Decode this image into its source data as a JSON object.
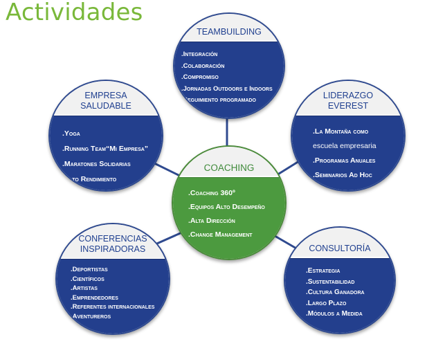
{
  "page_title": "Actividades",
  "colors": {
    "accent_green": "#79b83a",
    "node_blue": "#233f8d",
    "center_green": "#4c9a3f"
  },
  "nodes": {
    "teambuilding": {
      "title_lines": [
        "TEAMBUILDING"
      ],
      "items": [
        ".Integración",
        ".Colaboración",
        ".Compromiso",
        ".Jornadas Outdoors e Indoors",
        ".Seguimiento programado"
      ]
    },
    "empresa_saludable": {
      "title_lines": [
        "EMPRESA",
        "SALUDABLE"
      ],
      "items": [
        ".Yoga",
        ".Running Team“Mi Empresa”",
        ".Maratones Solidarias",
        ".Alto Rendimiento"
      ]
    },
    "liderazgo": {
      "title_lines": [
        "LIDERAZGO",
        "EVEREST"
      ],
      "items": [
        ".La Montaña como",
        "escuela empresaria",
        ".Programas Anuales",
        ".Seminarios Ad Hoc"
      ]
    },
    "coaching": {
      "title_lines": [
        "COACHING"
      ],
      "items": [
        ".Coaching 360º",
        ".Equipos Alto Desempeño",
        ".Alta Dirección",
        ".Change Management"
      ]
    },
    "conferencias": {
      "title_lines": [
        "CONFERENCIAS",
        "INSPIRADORAS"
      ],
      "items": [
        ".Deportistas",
        ".Científicos",
        ".Artistas",
        ".Emprendedores",
        ".Referentes internacionales",
        ".Aventureros"
      ]
    },
    "consultoria": {
      "title_lines": [
        "CONSULTORÍA"
      ],
      "items": [
        ".Estrategia",
        ".Sustentabilidad",
        ".Cultura Ganadora",
        ".Largo Plazo",
        ".Módulos a Medida"
      ]
    }
  }
}
